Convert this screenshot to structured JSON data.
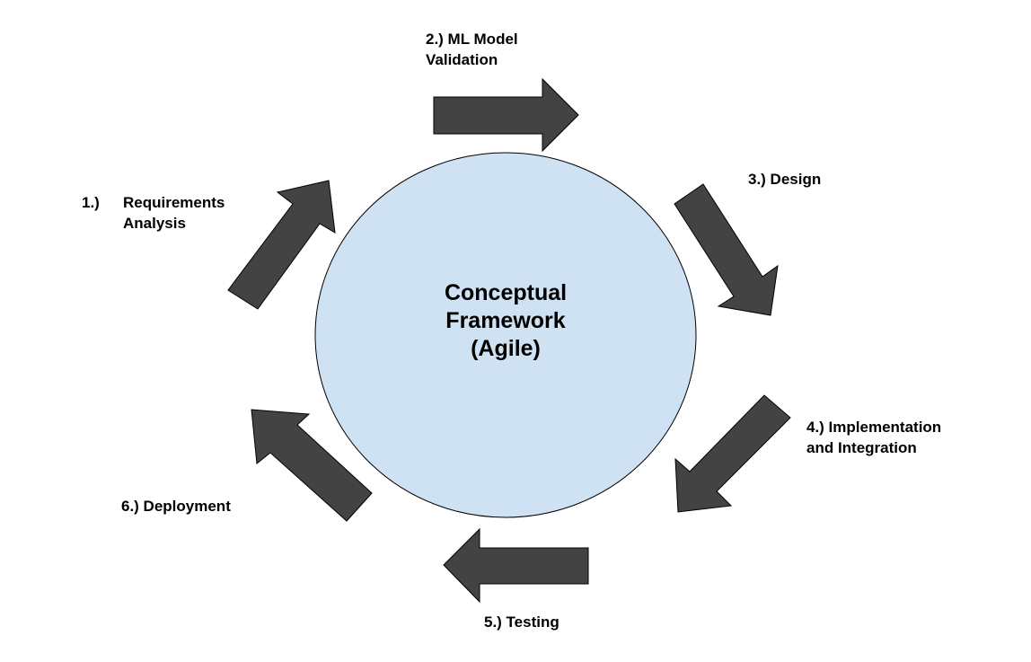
{
  "center": {
    "title_lines": [
      "Conceptual",
      "Framework",
      "(Agile)"
    ],
    "fill_color": "#cfe2f3",
    "stroke_color": "#000000"
  },
  "arrow_color": "#434343",
  "arrow_stroke": "#000000",
  "steps": [
    {
      "number": "1.)",
      "lines": [
        "Requirements",
        "Analysis"
      ],
      "arrow_icon": "arrow-up-right-icon"
    },
    {
      "number": "2.)",
      "lines": [
        "2.) ML Model",
        "Validation"
      ],
      "arrow_icon": "arrow-right-icon"
    },
    {
      "number": "3.)",
      "lines": [
        "3.) Design"
      ],
      "arrow_icon": "arrow-down-right-icon"
    },
    {
      "number": "4.)",
      "lines": [
        "4.) Implementation",
        "and Integration"
      ],
      "arrow_icon": "arrow-down-left-icon"
    },
    {
      "number": "5.)",
      "lines": [
        "5.) Testing"
      ],
      "arrow_icon": "arrow-left-icon"
    },
    {
      "number": "6.)",
      "lines": [
        "6.) Deployment"
      ],
      "arrow_icon": "arrow-up-left-icon"
    }
  ]
}
